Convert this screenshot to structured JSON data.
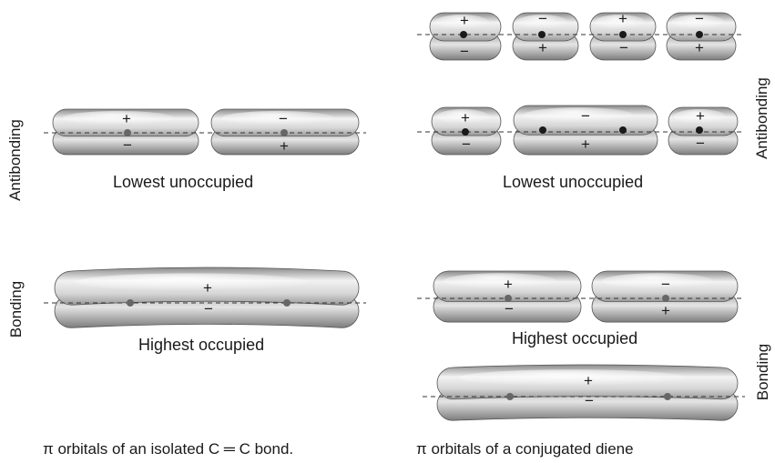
{
  "left_panel": {
    "antibonding_side_label": "Antibonding",
    "bonding_side_label": "Bonding",
    "lumo_label": "Lowest unoccupied",
    "homo_label": "Highest occupied",
    "caption": "π orbitals of an isolated C ═ C bond."
  },
  "right_panel": {
    "antibonding_side_label": "Antibonding",
    "bonding_side_label": "Bonding",
    "lumo_label": "Lowest unoccupied",
    "homo_label": "Highest occupied",
    "caption": "π orbitals of a conjugated diene"
  },
  "signs": {
    "plus": "+",
    "minus": "−"
  },
  "colors": {
    "lobe_light": "#f4f4f4",
    "lobe_mid": "#c9c9c9",
    "lobe_dark": "#8e8e8e",
    "nucleus": "#222222",
    "axis": "#333333"
  }
}
